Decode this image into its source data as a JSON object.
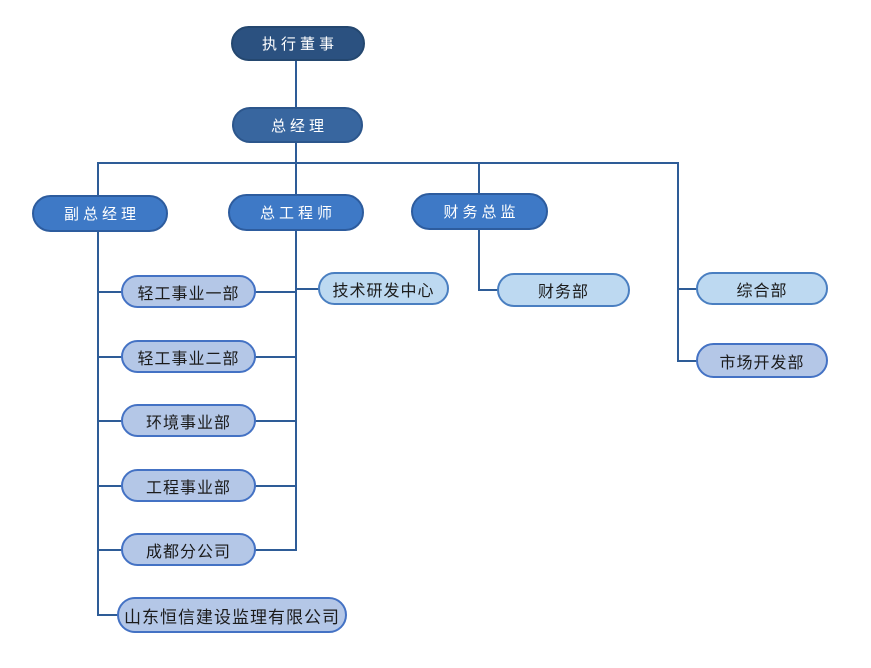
{
  "diagram": {
    "type": "org-chart",
    "nodes": {
      "executive_director": "执行董事",
      "general_manager": "总经理",
      "deputy_general_manager": "副总经理",
      "chief_engineer": "总工程师",
      "finance_director": "财务总监",
      "light_industry_div_1": "轻工事业一部",
      "light_industry_div_2": "轻工事业二部",
      "environment_div": "环境事业部",
      "engineering_div": "工程事业部",
      "chengdu_branch": "成都分公司",
      "shandong_hengxin": "山东恒信建设监理有限公司",
      "tech_rd_center": "技术研发中心",
      "finance_dept": "财务部",
      "general_dept": "综合部",
      "market_dev_dept": "市场开发部"
    },
    "edges": [
      {
        "from": "executive_director",
        "to": "general_manager"
      },
      {
        "from": "general_manager",
        "to": "deputy_general_manager"
      },
      {
        "from": "general_manager",
        "to": "chief_engineer"
      },
      {
        "from": "general_manager",
        "to": "finance_director"
      },
      {
        "from": "general_manager",
        "to": "general_dept"
      },
      {
        "from": "general_manager",
        "to": "market_dev_dept"
      },
      {
        "from": "deputy_general_manager",
        "to": "light_industry_div_1"
      },
      {
        "from": "deputy_general_manager",
        "to": "light_industry_div_2"
      },
      {
        "from": "deputy_general_manager",
        "to": "environment_div"
      },
      {
        "from": "deputy_general_manager",
        "to": "engineering_div"
      },
      {
        "from": "deputy_general_manager",
        "to": "chengdu_branch"
      },
      {
        "from": "deputy_general_manager",
        "to": "shandong_hengxin"
      },
      {
        "from": "chief_engineer",
        "to": "tech_rd_center"
      },
      {
        "from": "chief_engineer",
        "to": "light_industry_div_1"
      },
      {
        "from": "chief_engineer",
        "to": "light_industry_div_2"
      },
      {
        "from": "chief_engineer",
        "to": "environment_div"
      },
      {
        "from": "chief_engineer",
        "to": "engineering_div"
      },
      {
        "from": "chief_engineer",
        "to": "chengdu_branch"
      },
      {
        "from": "finance_director",
        "to": "finance_dept"
      }
    ],
    "colors": {
      "level1_fill": "#2B5180",
      "level1_border": "#24476F",
      "level2_fill": "#38669F",
      "level2_border": "#2C568C",
      "level3_fill": "#3E79C6",
      "level3_border": "#2D5C9E",
      "child_periwinkle_fill": "#B4C7E7",
      "child_periwinkle_border": "#4472C4",
      "child_sky_fill": "#BDD9F1",
      "child_sky_border": "#4A7FC1",
      "connector": "#2E5C97",
      "text_light": "#FFFFFF",
      "text_dark": "#1B1B1B"
    }
  }
}
